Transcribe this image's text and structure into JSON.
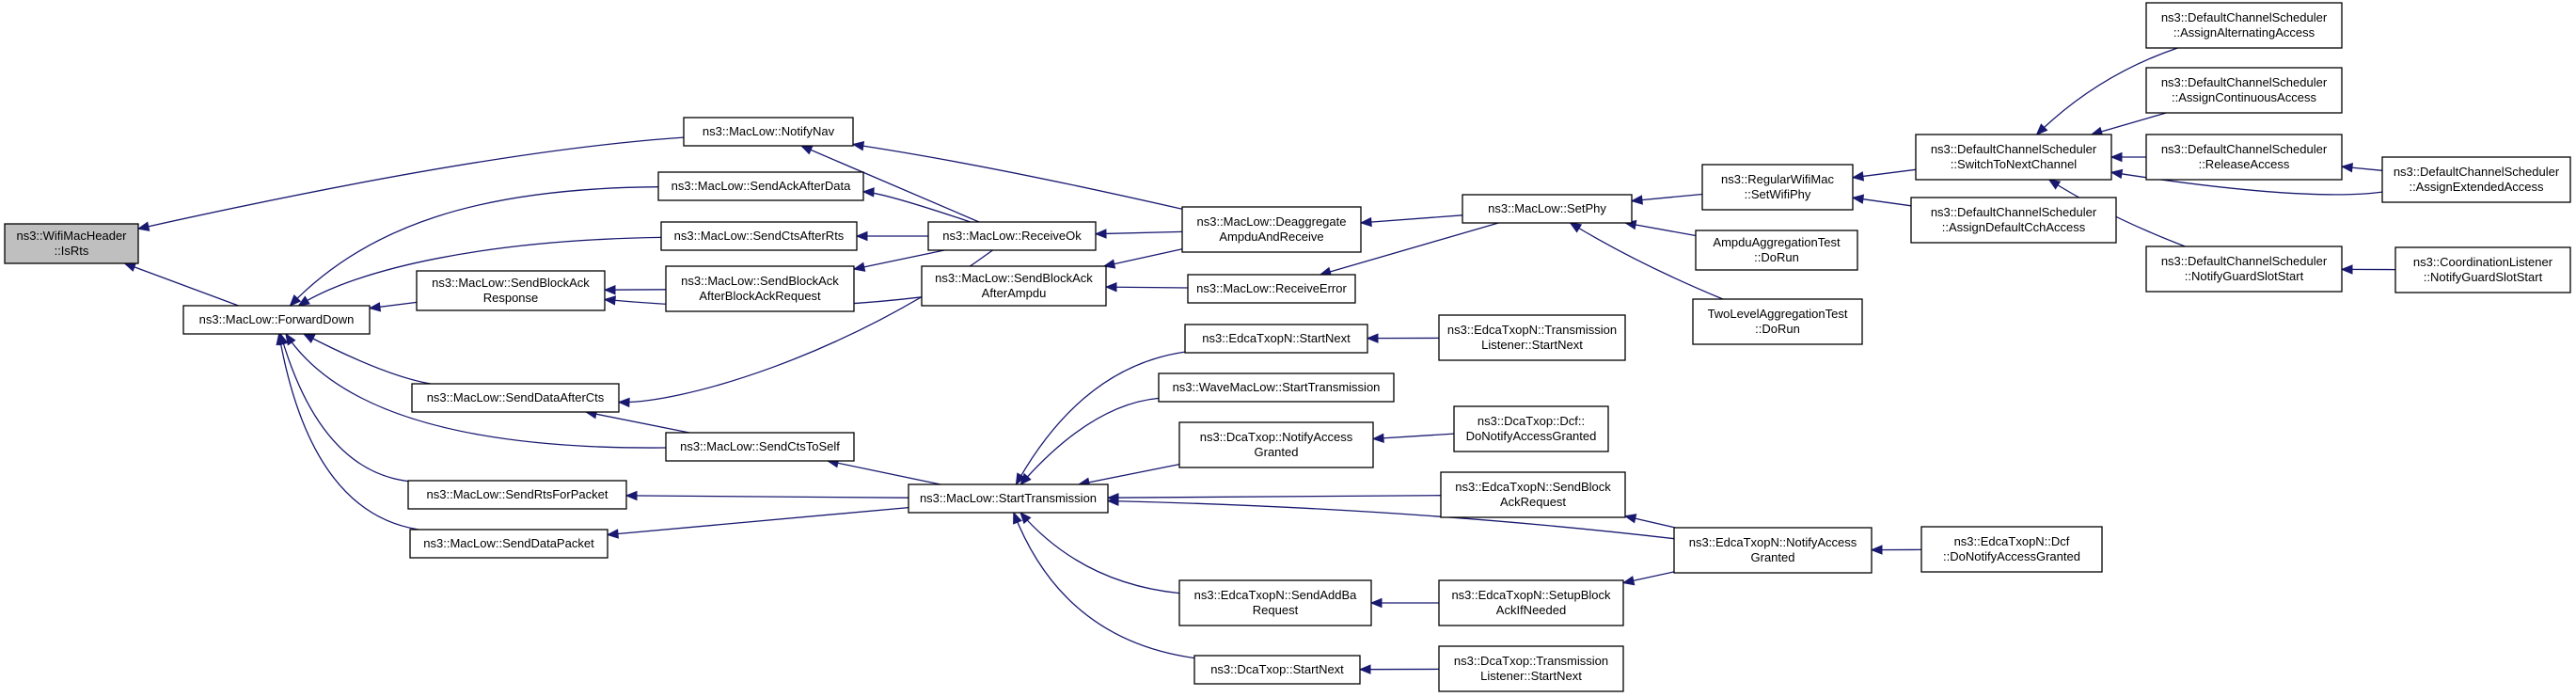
{
  "graph": {
    "nodes": [
      {
        "id": "isrts",
        "lines": [
          "ns3::WifiMacHeader",
          "::IsRts"
        ],
        "root": true
      },
      {
        "id": "forwarddown",
        "lines": [
          "ns3::MacLow::ForwardDown"
        ]
      },
      {
        "id": "notifynav",
        "lines": [
          "ns3::MacLow::NotifyNav"
        ]
      },
      {
        "id": "sendackafterdata",
        "lines": [
          "ns3::MacLow::SendAckAfterData"
        ]
      },
      {
        "id": "sendctsafterrts",
        "lines": [
          "ns3::MacLow::SendCtsAfterRts"
        ]
      },
      {
        "id": "sendblockackafterblockackrequest",
        "lines": [
          "ns3::MacLow::SendBlockAck",
          "AfterBlockAckRequest"
        ]
      },
      {
        "id": "sendblockackresponse",
        "lines": [
          "ns3::MacLow::SendBlockAck",
          "Response"
        ]
      },
      {
        "id": "senddataafterctss",
        "lines": [
          "ns3::MacLow::SendDataAfterCts"
        ]
      },
      {
        "id": "sendctstoself",
        "lines": [
          "ns3::MacLow::SendCtsToSelf"
        ]
      },
      {
        "id": "sendrtsforpacket",
        "lines": [
          "ns3::MacLow::SendRtsForPacket"
        ]
      },
      {
        "id": "senddatapacket",
        "lines": [
          "ns3::MacLow::SendDataPacket"
        ]
      },
      {
        "id": "receiveok",
        "lines": [
          "ns3::MacLow::ReceiveOk"
        ]
      },
      {
        "id": "sendblockackafterampdu",
        "lines": [
          "ns3::MacLow::SendBlockAck",
          "AfterAmpdu"
        ]
      },
      {
        "id": "starttransmission",
        "lines": [
          "ns3::MacLow::StartTransmission"
        ]
      },
      {
        "id": "deaggregate",
        "lines": [
          "ns3::MacLow::Deaggregate",
          "AmpduAndReceive"
        ]
      },
      {
        "id": "receiveerror",
        "lines": [
          "ns3::MacLow::ReceiveError"
        ]
      },
      {
        "id": "edcastartnext",
        "lines": [
          "ns3::EdcaTxopN::StartNext"
        ]
      },
      {
        "id": "wavestarttx",
        "lines": [
          "ns3::WaveMacLow::StartTransmission"
        ]
      },
      {
        "id": "dcanotifyaccess",
        "lines": [
          "ns3::DcaTxop::NotifyAccess",
          "Granted"
        ]
      },
      {
        "id": "edcasendaddba",
        "lines": [
          "ns3::EdcaTxopN::SendAddBa",
          "Request"
        ]
      },
      {
        "id": "dcastartnext",
        "lines": [
          "ns3::DcaTxop::StartNext"
        ]
      },
      {
        "id": "setphy",
        "lines": [
          "ns3::MacLow::SetPhy"
        ]
      },
      {
        "id": "edcatxlistener",
        "lines": [
          "ns3::EdcaTxopN::Transmission",
          "Listener::StartNext"
        ]
      },
      {
        "id": "dcadonotify",
        "lines": [
          "ns3::DcaTxop::Dcf::",
          "DoNotifyAccessGranted"
        ]
      },
      {
        "id": "edcasendblockack",
        "lines": [
          "ns3::EdcaTxopN::SendBlock",
          "AckRequest"
        ]
      },
      {
        "id": "edcasetupblockack",
        "lines": [
          "ns3::EdcaTxopN::SetupBlock",
          "AckIfNeeded"
        ]
      },
      {
        "id": "dcatxlistener",
        "lines": [
          "ns3::DcaTxop::Transmission",
          "Listener::StartNext"
        ]
      },
      {
        "id": "regularsetwifiphy",
        "lines": [
          "ns3::RegularWifiMac",
          "::SetWifiPhy"
        ]
      },
      {
        "id": "ampdutest",
        "lines": [
          "AmpduAggregationTest",
          "::DoRun"
        ]
      },
      {
        "id": "twoleveltest",
        "lines": [
          "TwoLevelAggregationTest",
          "::DoRun"
        ]
      },
      {
        "id": "edcanotifyaccess",
        "lines": [
          "ns3::EdcaTxopN::NotifyAccess",
          "Granted"
        ]
      },
      {
        "id": "edcadcfnotify",
        "lines": [
          "ns3::EdcaTxopN::Dcf",
          "::DoNotifyAccessGranted"
        ]
      },
      {
        "id": "switchtonext",
        "lines": [
          "ns3::DefaultChannelScheduler",
          "::SwitchToNextChannel"
        ]
      },
      {
        "id": "assigndefaultcch",
        "lines": [
          "ns3::DefaultChannelScheduler",
          "::AssignDefaultCchAccess"
        ]
      },
      {
        "id": "assignalternating",
        "lines": [
          "ns3::DefaultChannelScheduler",
          "::AssignAlternatingAccess"
        ]
      },
      {
        "id": "assigncontinuous",
        "lines": [
          "ns3::DefaultChannelScheduler",
          "::AssignContinuousAccess"
        ]
      },
      {
        "id": "releaseaccess",
        "lines": [
          "ns3::DefaultChannelScheduler",
          "::ReleaseAccess"
        ]
      },
      {
        "id": "notifyguardslot",
        "lines": [
          "ns3::DefaultChannelScheduler",
          "::NotifyGuardSlotStart"
        ]
      },
      {
        "id": "assignextended",
        "lines": [
          "ns3::DefaultChannelScheduler",
          "::AssignExtendedAccess"
        ]
      },
      {
        "id": "coordlistener",
        "lines": [
          "ns3::CoordinationListener",
          "::NotifyGuardSlotStart"
        ]
      }
    ],
    "edges": [
      [
        "forwarddown",
        "isrts"
      ],
      [
        "notifynav",
        "isrts"
      ],
      [
        "sendackafterdata",
        "forwarddown"
      ],
      [
        "sendctsafterrts",
        "forwarddown"
      ],
      [
        "sendblockackresponse",
        "forwarddown"
      ],
      [
        "senddataafterctss",
        "forwarddown"
      ],
      [
        "sendctstoself",
        "forwarddown"
      ],
      [
        "sendrtsforpacket",
        "forwarddown"
      ],
      [
        "senddatapacket",
        "forwarddown"
      ],
      [
        "receiveok",
        "notifynav"
      ],
      [
        "deaggregate",
        "notifynav"
      ],
      [
        "receiveok",
        "sendackafterdata"
      ],
      [
        "receiveok",
        "sendctsafterrts"
      ],
      [
        "receiveok",
        "sendblockackafterblockackrequest"
      ],
      [
        "sendblockackafterblockackrequest",
        "sendblockackresponse"
      ],
      [
        "sendblockackafterampdu",
        "sendblockackresponse"
      ],
      [
        "receiveok",
        "senddataafterctss"
      ],
      [
        "sendctstoself",
        "senddataafterctss"
      ],
      [
        "starttransmission",
        "sendctstoself"
      ],
      [
        "starttransmission",
        "sendrtsforpacket"
      ],
      [
        "starttransmission",
        "senddatapacket"
      ],
      [
        "deaggregate",
        "receiveok"
      ],
      [
        "deaggregate",
        "sendblockackafterampdu"
      ],
      [
        "receiveerror",
        "sendblockackafterampdu"
      ],
      [
        "setphy",
        "deaggregate"
      ],
      [
        "setphy",
        "receiveerror"
      ],
      [
        "edcastartnext",
        "starttransmission"
      ],
      [
        "wavestarttx",
        "starttransmission"
      ],
      [
        "dcanotifyaccess",
        "starttransmission"
      ],
      [
        "edcasendblockack",
        "starttransmission"
      ],
      [
        "edcanotifyaccess",
        "starttransmission"
      ],
      [
        "edcasendaddba",
        "starttransmission"
      ],
      [
        "dcastartnext",
        "starttransmission"
      ],
      [
        "edcatxlistener",
        "edcastartnext"
      ],
      [
        "dcadonotify",
        "dcanotifyaccess"
      ],
      [
        "edcasetupblockack",
        "edcasendaddba"
      ],
      [
        "dcatxlistener",
        "dcastartnext"
      ],
      [
        "edcanotifyaccess",
        "edcasendblockack"
      ],
      [
        "edcanotifyaccess",
        "edcasetupblockack"
      ],
      [
        "edcadcfnotify",
        "edcanotifyaccess"
      ],
      [
        "regularsetwifiphy",
        "setphy"
      ],
      [
        "ampdutest",
        "setphy"
      ],
      [
        "twoleveltest",
        "setphy"
      ],
      [
        "switchtonext",
        "regularsetwifiphy"
      ],
      [
        "assigndefaultcch",
        "regularsetwifiphy"
      ],
      [
        "assignalternating",
        "switchtonext"
      ],
      [
        "assigncontinuous",
        "switchtonext"
      ],
      [
        "releaseaccess",
        "switchtonext"
      ],
      [
        "notifyguardslot",
        "switchtonext"
      ],
      [
        "assignextended",
        "switchtonext"
      ],
      [
        "assignextended",
        "releaseaccess"
      ],
      [
        "coordlistener",
        "notifyguardslot"
      ]
    ]
  }
}
